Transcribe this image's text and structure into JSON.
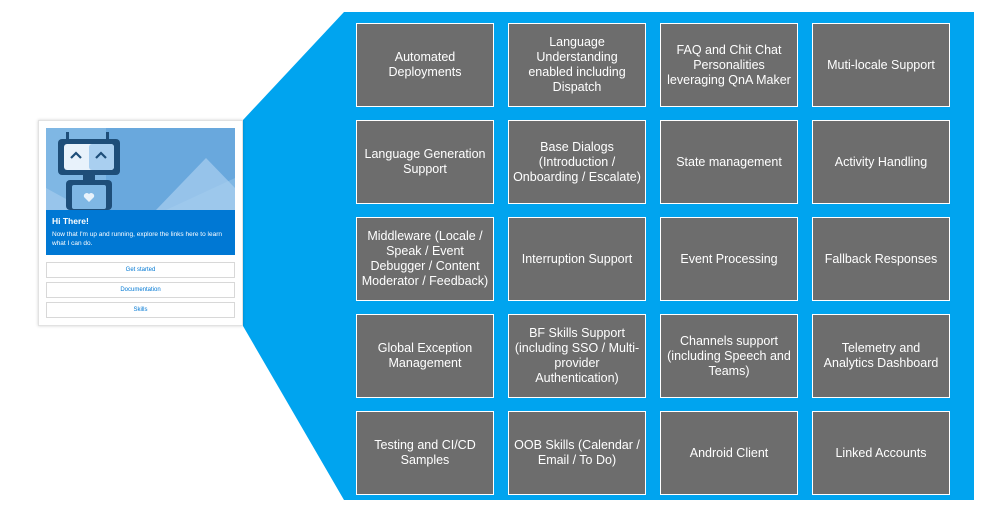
{
  "colors": {
    "panel": "#00a4ef",
    "tile": "#6d6d6d",
    "tile_text": "#ffffff",
    "card_blue": "#0078d4",
    "hero": "#7fb7e4"
  },
  "card": {
    "title": "Hi There!",
    "text": "Now that I'm up and running, explore the links here to learn what I can do.",
    "buttons": [
      "Get started",
      "Documentation",
      "Skills"
    ],
    "hero_icon": "robot-icon"
  },
  "features": [
    "Automated Deployments",
    "Language Understanding enabled including Dispatch",
    "FAQ and Chit Chat Personalities leveraging QnA Maker",
    "Muti-locale Support",
    "Language Generation Support",
    "Base Dialogs (Introduction / Onboarding / Escalate)",
    "State management",
    "Activity Handling",
    "Middleware (Locale / Speak / Event Debugger / Content Moderator / Feedback)",
    "Interruption Support",
    "Event Processing",
    "Fallback Responses",
    "Global Exception Management",
    "BF Skills Support (including SSO / Multi-provider Authentication)",
    "Channels support (including Speech and Teams)",
    "Telemetry and Analytics Dashboard",
    "Testing and CI/CD Samples",
    "OOB Skills (Calendar / Email / To Do)",
    "Android Client",
    "Linked Accounts"
  ]
}
